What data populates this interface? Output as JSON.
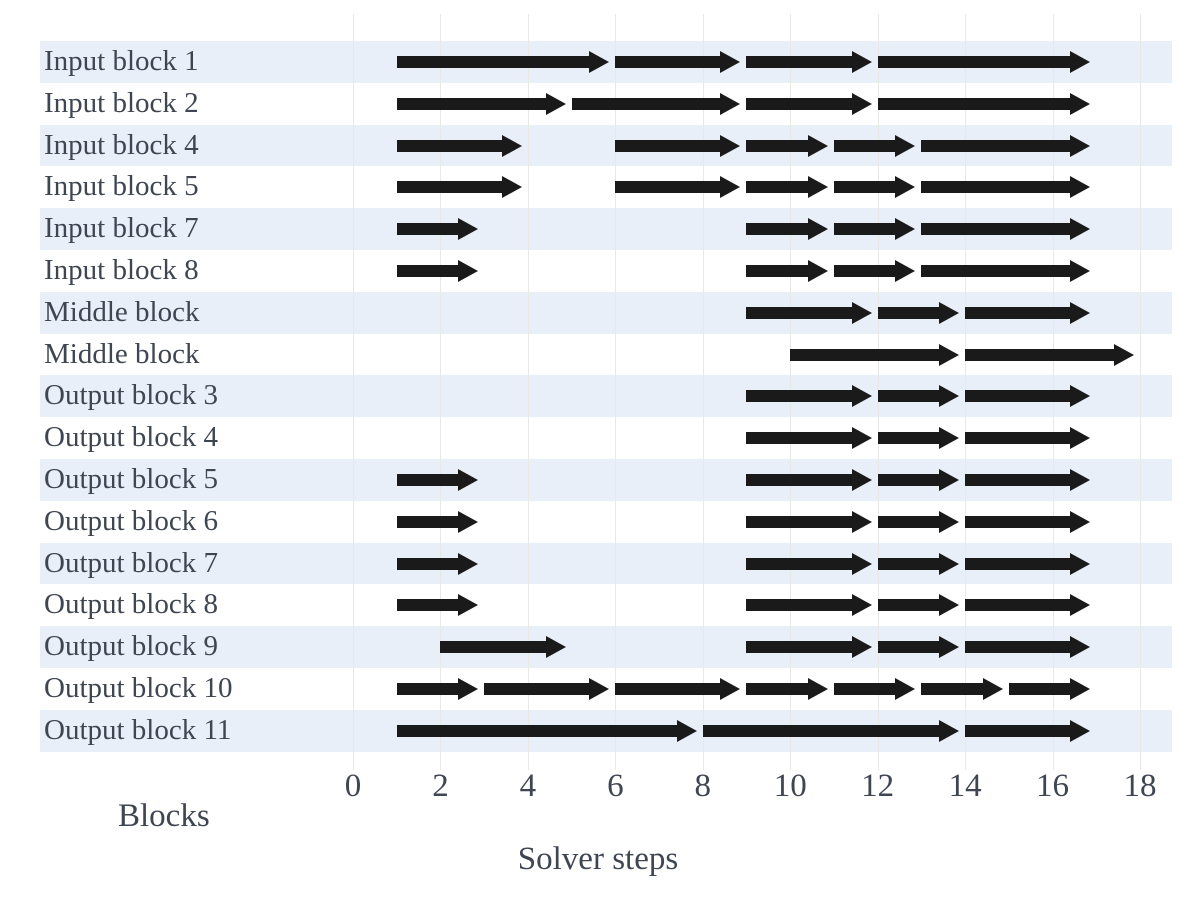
{
  "chart_data": {
    "type": "bar",
    "title": "",
    "xlabel": "Solver steps",
    "ylabel": "Blocks",
    "xlim": [
      -1,
      18.6
    ],
    "xticks": [
      0,
      2,
      4,
      6,
      8,
      10,
      12,
      14,
      16,
      18
    ],
    "xtick_labels": [
      "0",
      "2",
      "4",
      "6",
      "8",
      "10",
      "12",
      "14",
      "16",
      "18"
    ],
    "grid": "vertical",
    "legend": "none",
    "bar_color": "#1a1a1a",
    "band_color": "#e8eff9",
    "gridline_color": "#e8e8e6",
    "text_color": "#3f4652",
    "categories": [
      "Input block 1",
      "Input block 2",
      "Input block 4",
      "Input block 5",
      "Input block 7",
      "Input block 8",
      "Middle block",
      "Middle block",
      "Output block 3",
      "Output block 4",
      "Output block 5",
      "Output block 6",
      "Output block 7",
      "Output block 8",
      "Output block 9",
      "Output block 10",
      "Output block 11"
    ],
    "rows": [
      {
        "label": "Input block 1",
        "banded": true,
        "segments": [
          [
            1,
            6
          ],
          [
            6,
            9
          ],
          [
            9,
            12
          ],
          [
            12,
            17
          ]
        ]
      },
      {
        "label": "Input block 2",
        "banded": false,
        "segments": [
          [
            1,
            5
          ],
          [
            5,
            9
          ],
          [
            9,
            12
          ],
          [
            12,
            17
          ]
        ]
      },
      {
        "label": "Input block 4",
        "banded": true,
        "segments": [
          [
            1,
            4
          ],
          [
            6,
            9
          ],
          [
            9,
            11
          ],
          [
            11,
            13
          ],
          [
            13,
            17
          ]
        ]
      },
      {
        "label": "Input block 5",
        "banded": false,
        "segments": [
          [
            1,
            4
          ],
          [
            6,
            9
          ],
          [
            9,
            11
          ],
          [
            11,
            13
          ],
          [
            13,
            17
          ]
        ]
      },
      {
        "label": "Input block 7",
        "banded": true,
        "segments": [
          [
            1,
            3
          ],
          [
            9,
            11
          ],
          [
            11,
            13
          ],
          [
            13,
            17
          ]
        ]
      },
      {
        "label": "Input block 8",
        "banded": false,
        "segments": [
          [
            1,
            3
          ],
          [
            9,
            11
          ],
          [
            11,
            13
          ],
          [
            13,
            17
          ]
        ]
      },
      {
        "label": "Middle block",
        "banded": true,
        "segments": [
          [
            9,
            12
          ],
          [
            12,
            14
          ],
          [
            14,
            17
          ]
        ]
      },
      {
        "label": "Middle block",
        "banded": false,
        "segments": [
          [
            10,
            14
          ],
          [
            14,
            18
          ]
        ]
      },
      {
        "label": "Output block 3",
        "banded": true,
        "segments": [
          [
            9,
            12
          ],
          [
            12,
            14
          ],
          [
            14,
            17
          ]
        ]
      },
      {
        "label": "Output block 4",
        "banded": false,
        "segments": [
          [
            9,
            12
          ],
          [
            12,
            14
          ],
          [
            14,
            17
          ]
        ]
      },
      {
        "label": "Output block 5",
        "banded": true,
        "segments": [
          [
            1,
            3
          ],
          [
            9,
            12
          ],
          [
            12,
            14
          ],
          [
            14,
            17
          ]
        ]
      },
      {
        "label": "Output block 6",
        "banded": false,
        "segments": [
          [
            1,
            3
          ],
          [
            9,
            12
          ],
          [
            12,
            14
          ],
          [
            14,
            17
          ]
        ]
      },
      {
        "label": "Output block 7",
        "banded": true,
        "segments": [
          [
            1,
            3
          ],
          [
            9,
            12
          ],
          [
            12,
            14
          ],
          [
            14,
            17
          ]
        ]
      },
      {
        "label": "Output block 8",
        "banded": false,
        "segments": [
          [
            1,
            3
          ],
          [
            9,
            12
          ],
          [
            12,
            14
          ],
          [
            14,
            17
          ]
        ]
      },
      {
        "label": "Output block 9",
        "banded": true,
        "segments": [
          [
            2,
            5
          ],
          [
            9,
            12
          ],
          [
            12,
            14
          ],
          [
            14,
            17
          ]
        ]
      },
      {
        "label": "Output block 10",
        "banded": false,
        "segments": [
          [
            1,
            3
          ],
          [
            3,
            6
          ],
          [
            6,
            9
          ],
          [
            9,
            11
          ],
          [
            11,
            13
          ],
          [
            13,
            15
          ],
          [
            15,
            17
          ]
        ]
      },
      {
        "label": "Output block 11",
        "banded": true,
        "segments": [
          [
            1,
            8
          ],
          [
            8,
            14
          ],
          [
            14,
            17
          ]
        ]
      }
    ]
  },
  "axis": {
    "x_title": "Solver steps",
    "y_title": "Blocks"
  }
}
